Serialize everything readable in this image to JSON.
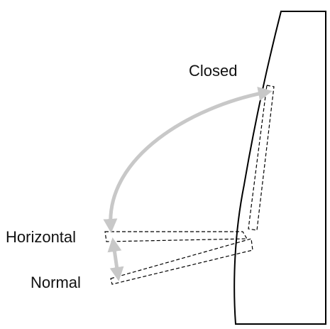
{
  "labels": {
    "closed": "Closed",
    "horizontal": "Horizontal",
    "normal": "Normal"
  },
  "colors": {
    "outline": "#000000",
    "arrow": "#c8c8c8",
    "text": "#111111"
  }
}
